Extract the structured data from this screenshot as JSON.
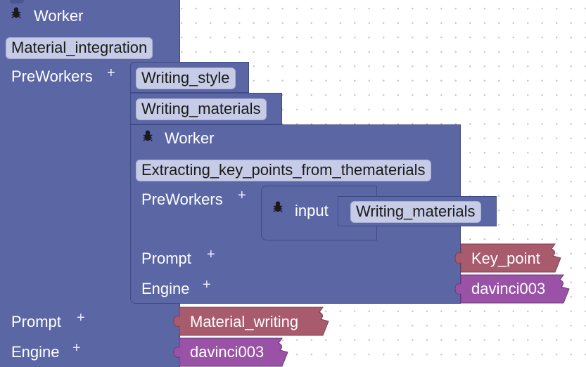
{
  "colors": {
    "block": "#5b67a5",
    "block_border": "#3f4a86",
    "field_bg": "#c6cbe6",
    "prompt_chip": "#a85b6d",
    "engine_chip": "#9a52a6",
    "canvas_dot": "#c9c9c9"
  },
  "outer_worker": {
    "title": "Worker",
    "icon": "bug-icon",
    "name_field": "Material_integration",
    "preworkers_label": "PreWorkers",
    "preworkers_add": "+",
    "prompt_label": "Prompt",
    "prompt_add": "+",
    "engine_label": "Engine",
    "engine_add": "+",
    "prompt_value": "Material_writing",
    "engine_value": "davinci003"
  },
  "preworker_items": {
    "writing_style": "Writing_style",
    "writing_materials": "Writing_materials"
  },
  "inner_worker": {
    "title": "Worker",
    "icon": "bug-icon",
    "name_field": "Extracting_key_points_from_thematerials",
    "preworkers_label": "PreWorkers",
    "preworkers_add": "+",
    "prompt_label": "Prompt",
    "prompt_add": "+",
    "engine_label": "Engine",
    "engine_add": "+",
    "prompt_value": "Key_point",
    "engine_value": "davinci003"
  },
  "input_block": {
    "label": "input",
    "icon": "bug-icon",
    "value": "Writing_materials"
  }
}
